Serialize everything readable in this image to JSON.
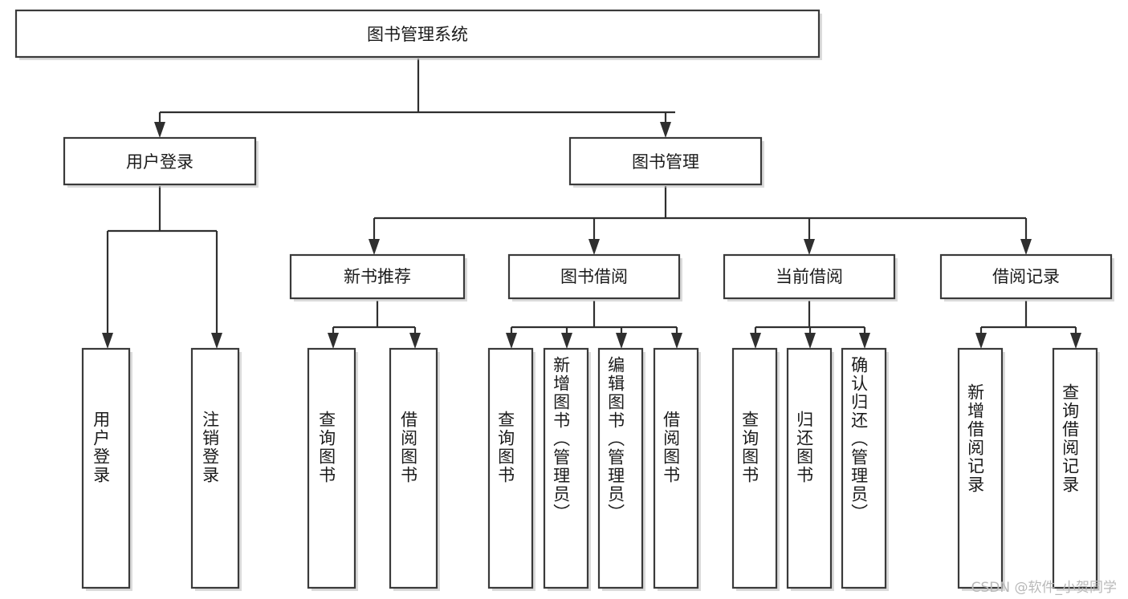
{
  "diagram": {
    "title": "图书管理系统",
    "type": "tree",
    "orientation": "top-down",
    "colors": {
      "box_stroke": "#3a3a3a",
      "box_fill": "#ffffff",
      "edge": "#2f2f2f",
      "text": "#1b1b1b",
      "watermark": "#b9b9b9",
      "background": "#ffffff"
    },
    "root": {
      "label": "图书管理系统"
    },
    "level2": [
      {
        "label": "用户登录"
      },
      {
        "label": "图书管理"
      }
    ],
    "level3": [
      {
        "label": "新书推荐"
      },
      {
        "label": "图书借阅"
      },
      {
        "label": "当前借阅"
      },
      {
        "label": "借阅记录"
      }
    ],
    "leaves": {
      "user_login": [
        {
          "label": "用户登录"
        },
        {
          "label": "注销登录"
        }
      ],
      "new_book_recommend": [
        {
          "label": "查询图书"
        },
        {
          "label": "借阅图书"
        }
      ],
      "book_borrow": [
        {
          "label": "查询图书"
        },
        {
          "label": "新增图书（管理员）"
        },
        {
          "label": "编辑图书（管理员）"
        },
        {
          "label": "借阅图书"
        }
      ],
      "current_borrow": [
        {
          "label": "查询图书"
        },
        {
          "label": "归还图书"
        },
        {
          "label": "确认归还（管理员）"
        }
      ],
      "borrow_records": [
        {
          "label": "新增借阅记录"
        },
        {
          "label": "查询借阅记录"
        }
      ]
    }
  },
  "watermark": {
    "text": "CSDN @软件_小贺同学"
  }
}
